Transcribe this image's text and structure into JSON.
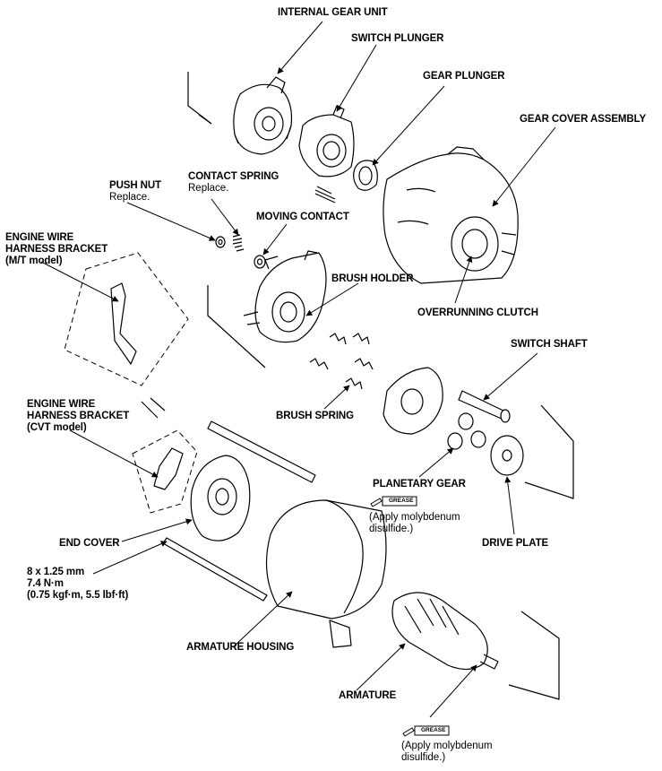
{
  "labels": {
    "internal_gear_unit": "INTERNAL GEAR UNIT",
    "switch_plunger": "SWITCH PLUNGER",
    "gear_plunger": "GEAR PLUNGER",
    "gear_cover_assembly": "GEAR COVER ASSEMBLY",
    "push_nut": "PUSH NUT",
    "push_nut_note": "Replace.",
    "contact_spring": "CONTACT SPRING",
    "contact_spring_note": "Replace.",
    "moving_contact": "MOVING CONTACT",
    "engine_wire_mt_line1": "ENGINE WIRE",
    "engine_wire_mt_line2": "HARNESS BRACKET",
    "engine_wire_mt_line3": "(M/T model)",
    "brush_holder": "BRUSH HOLDER",
    "overrunning_clutch": "OVERRUNNING CLUTCH",
    "switch_shaft": "SWITCH SHAFT",
    "brush_spring": "BRUSH SPRING",
    "engine_wire_cvt_line1": "ENGINE WIRE",
    "engine_wire_cvt_line2": "HARNESS BRACKET",
    "engine_wire_cvt_line3": "(CVT model)",
    "planetary_gear": "PLANETARY GEAR",
    "grease_tag": "GREASE",
    "apply_moly_line1": "(Apply molybdenum",
    "apply_moly_line2": "disulfide.)",
    "drive_plate": "DRIVE PLATE",
    "end_cover": "END COVER",
    "bolt_line1": "8 x 1.25 mm",
    "bolt_line2": "7.4 N·m",
    "bolt_line3": "(0.75 kgf·m, 5.5 lbf·ft)",
    "armature_housing": "ARMATURE HOUSING",
    "armature": "ARMATURE",
    "apply_moly2_line1": "(Apply molybdenum",
    "apply_moly2_line2": "disulfide.)"
  }
}
